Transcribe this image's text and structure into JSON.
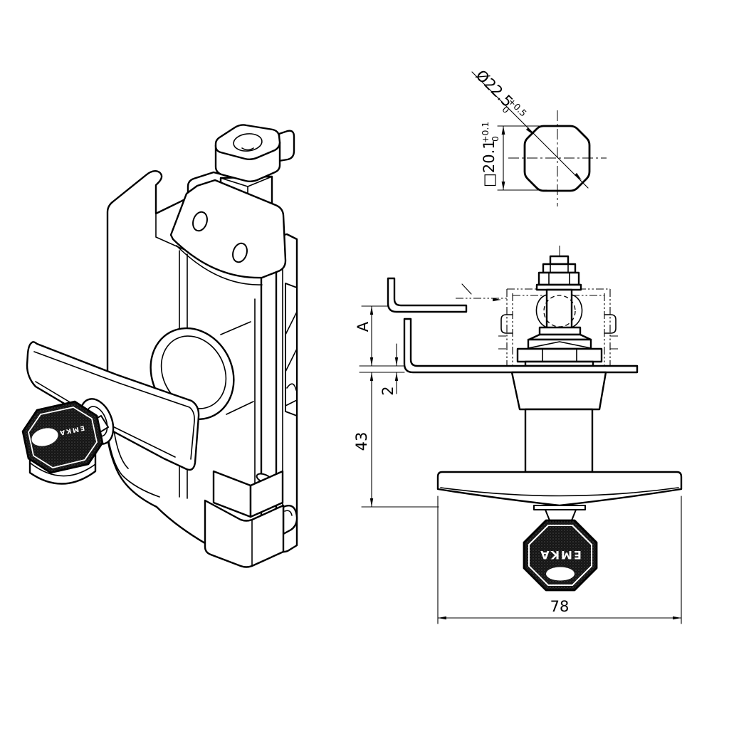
{
  "labels": {
    "detail": {
      "diameter": "Ø22.5",
      "diameter_tol_plus": "+0.5",
      "diameter_tol_minus": "0",
      "square": "□20.1",
      "square_tol_plus": "+0.1",
      "square_tol_minus": "0"
    },
    "elevation": {
      "dim_grip": "A",
      "dim_panel_thickness": "2",
      "dim_height": "43",
      "dim_handle_width": "78",
      "key_brand": "EMKA"
    },
    "isometric": {
      "key_brand": "EMKA"
    }
  },
  "colors": {
    "background": "#ffffff",
    "line": "#000000",
    "key_fill": "#151515",
    "key_text": "#ffffff"
  }
}
